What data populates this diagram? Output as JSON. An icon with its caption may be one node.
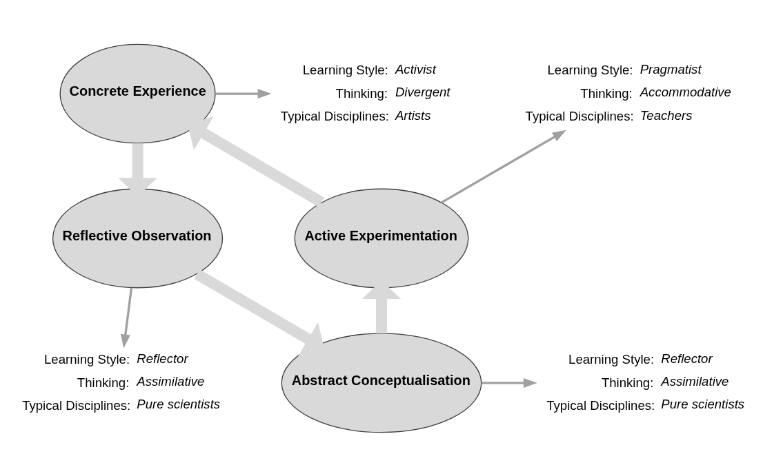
{
  "diagram": {
    "nodes": [
      {
        "text": [
          "Concrete Experience"
        ]
      },
      {
        "text": [
          "Reflective Observation"
        ]
      },
      {
        "text": [
          "Abstract Conceptualisation"
        ]
      },
      {
        "text": [
          "Active Experimentation"
        ]
      },
      {
        "text": [
          "Learning Style: *Pragmatist*",
          "Thinking: *Accommodative*",
          "Typical Disciplines: *Teachers*"
        ]
      },
      {
        "text": [
          "Learning Style: *Activist*",
          "Thinking: *Divergent*",
          "Typical Disciplines: *Artists*"
        ]
      },
      {
        "text": [
          "Learning Style: *Reflector*",
          "Thinking: *Assimilative*",
          "Typical Disciplines: *Pure scientists*"
        ]
      },
      {
        "text": [
          "Learning Style: *Reflector*",
          "Thinking: *Assimilative*",
          "Typical Disciplines: *Pure scientists*"
        ]
      }
    ],
    "edges": [
      {
        "from": 0,
        "to": 1,
        "arrow": "to",
        "style": "thick",
        "color": "#d9d9d9"
      },
      {
        "from": 1,
        "to": 2,
        "arrow": "to",
        "style": "thick",
        "color": "#d9d9d9"
      },
      {
        "from": 2,
        "to": 3,
        "arrow": "to",
        "style": "thick",
        "color": "#d9d9d9"
      },
      {
        "from": 3,
        "to": 0,
        "arrow": "to",
        "style": "thick",
        "color": "#d9d9d9"
      },
      {
        "from": 0,
        "to": 5,
        "arrow": "to"
      },
      {
        "from": 1,
        "to": 7,
        "arrow": "to"
      },
      {
        "from": 2,
        "to": 6,
        "arrow": "to"
      },
      {
        "from": 3,
        "to": 4,
        "arrow": "to"
      }
    ]
  }
}
